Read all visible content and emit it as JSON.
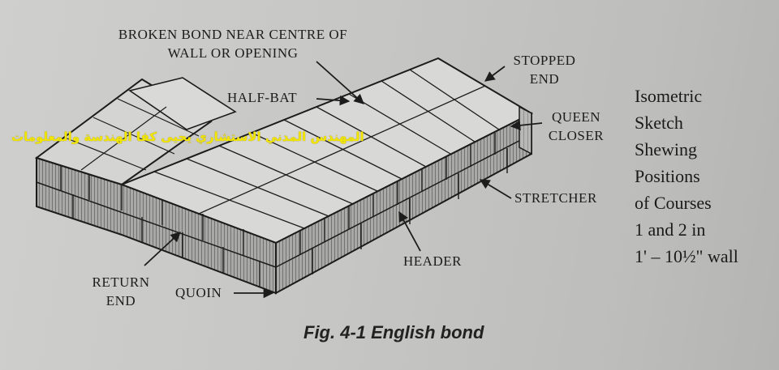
{
  "labels": {
    "broken_bond_line1": "BROKEN BOND NEAR CENTRE OF",
    "broken_bond_line2": "WALL OR OPENING",
    "half_bat": "HALF-BAT",
    "stopped_end_line1": "STOPPED",
    "stopped_end_line2": "END",
    "queen_closer_line1": "QUEEN",
    "queen_closer_line2": "CLOSER",
    "stretcher": "STRETCHER",
    "header": "HEADER",
    "return_end_line1": "RETURN",
    "return_end_line2": "END",
    "quoin": "QUOIN"
  },
  "side_text": {
    "line1": "Isometric",
    "line2": "Sketch",
    "line3": "Shewing",
    "line4": "Positions",
    "line5": "of Courses",
    "line6": "1 and 2 in",
    "line7": "1' – 10½\" wall"
  },
  "caption": "Fig. 4-1 English bond",
  "watermark": "المهندس المدني الاستشاري يحيى كفا    الهندسة والمعلومات",
  "colors": {
    "ink": "#1c1c1c",
    "paper": "#c9c9c7",
    "watermark": "#f2e600"
  }
}
